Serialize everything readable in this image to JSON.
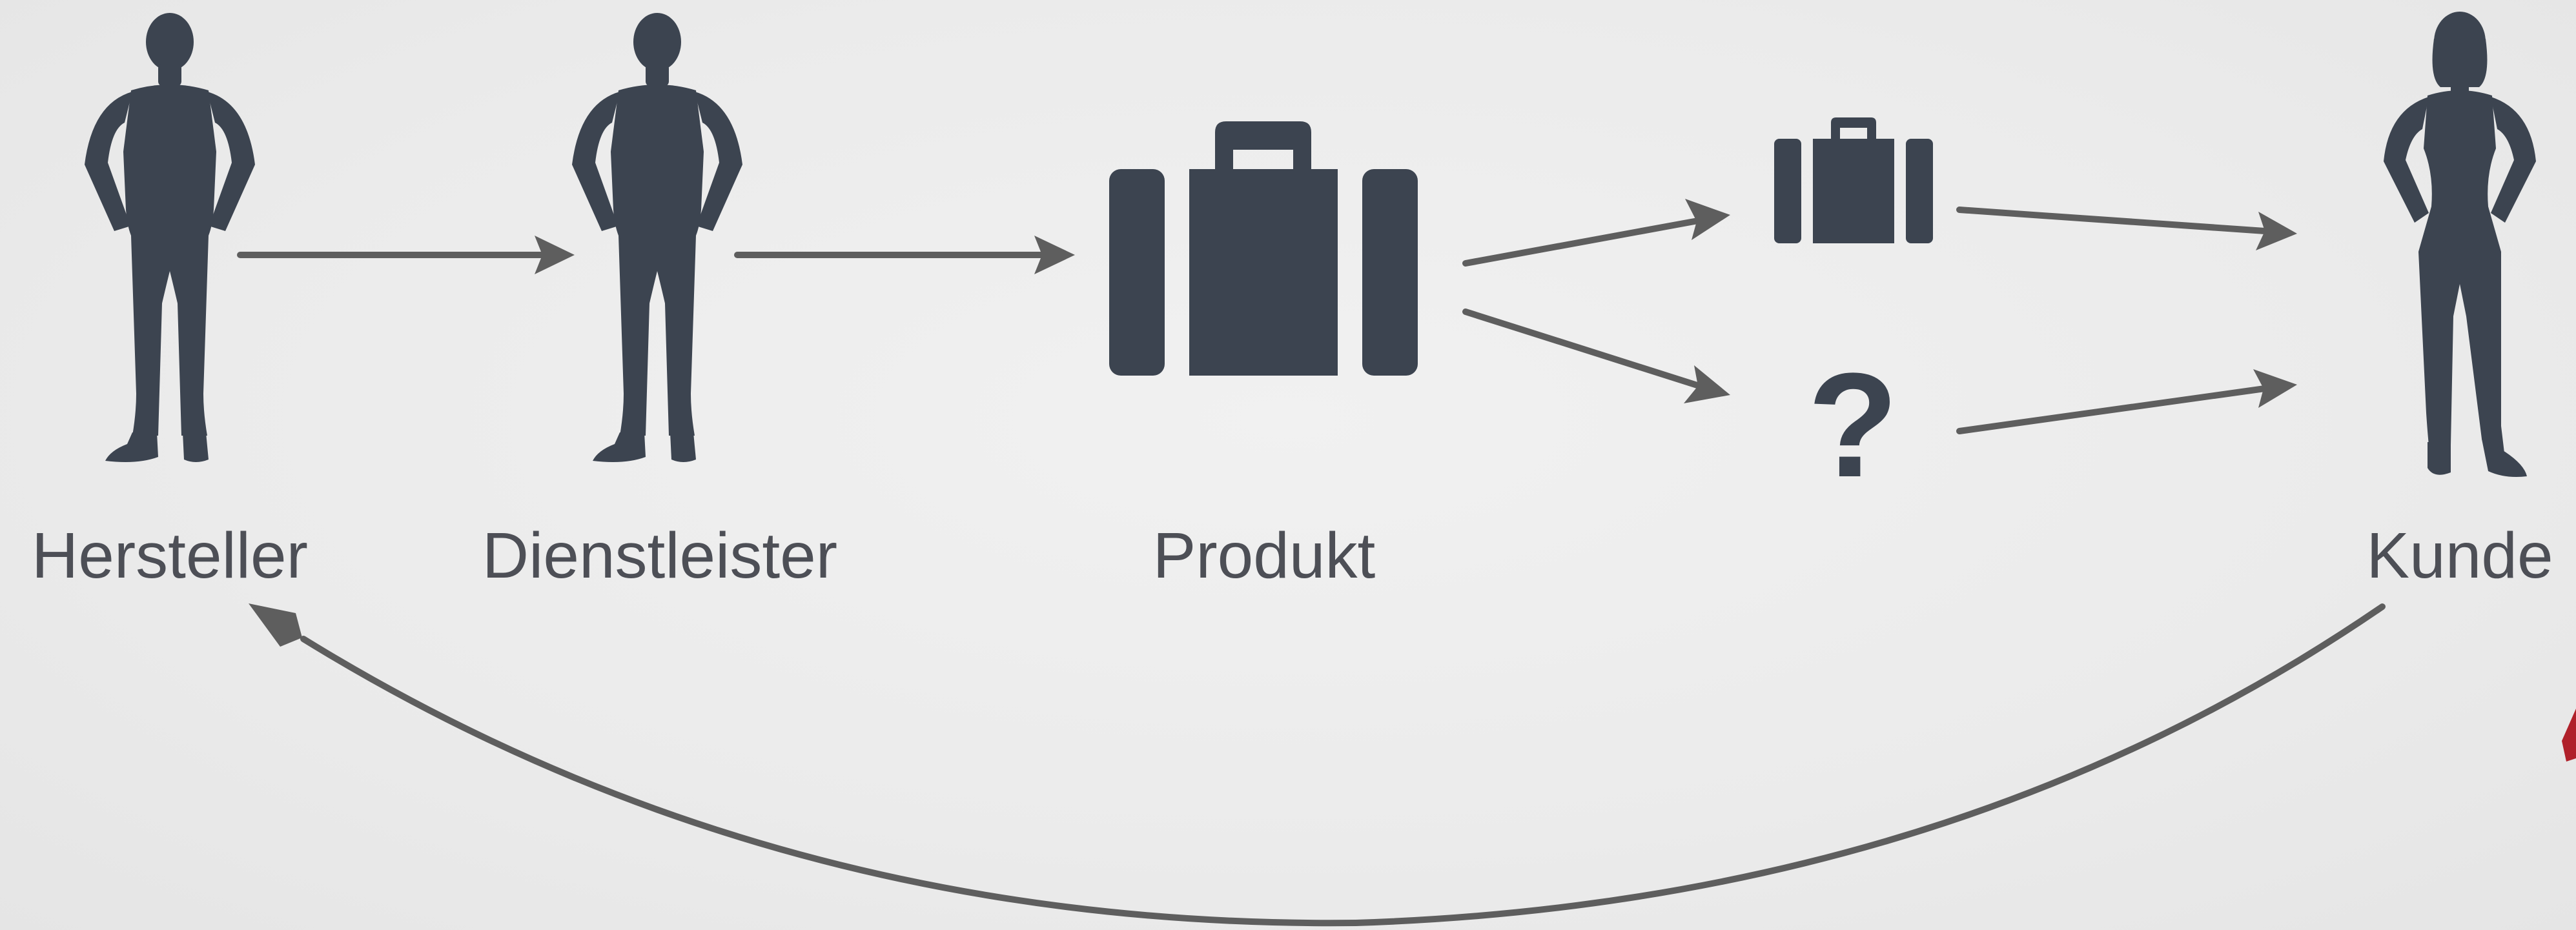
{
  "diagram": {
    "nodes": {
      "hersteller": {
        "label": "Hersteller",
        "icon": "man-silhouette-icon"
      },
      "dienstleister": {
        "label": "Dienstleister",
        "icon": "man-silhouette-icon"
      },
      "produkt": {
        "label": "Produkt",
        "icon": "suitcase-icon"
      },
      "small_product": {
        "label": "",
        "icon": "small-suitcase-icon"
      },
      "unknown": {
        "label": "?",
        "icon": "question-mark"
      },
      "kunde": {
        "label": "Kunde",
        "icon": "woman-silhouette-icon"
      }
    },
    "edges": [
      {
        "from": "hersteller",
        "to": "dienstleister"
      },
      {
        "from": "dienstleister",
        "to": "produkt"
      },
      {
        "from": "produkt",
        "to": "small_product"
      },
      {
        "from": "produkt",
        "to": "unknown"
      },
      {
        "from": "small_product",
        "to": "kunde"
      },
      {
        "from": "unknown",
        "to": "kunde"
      },
      {
        "from": "kunde",
        "to": "hersteller"
      }
    ],
    "colors": {
      "icon": "#3c4450",
      "arrow": "#5e5e5e",
      "label": "#4d4f56",
      "background": "#ececec",
      "accent_edge": "#b0202a"
    }
  }
}
